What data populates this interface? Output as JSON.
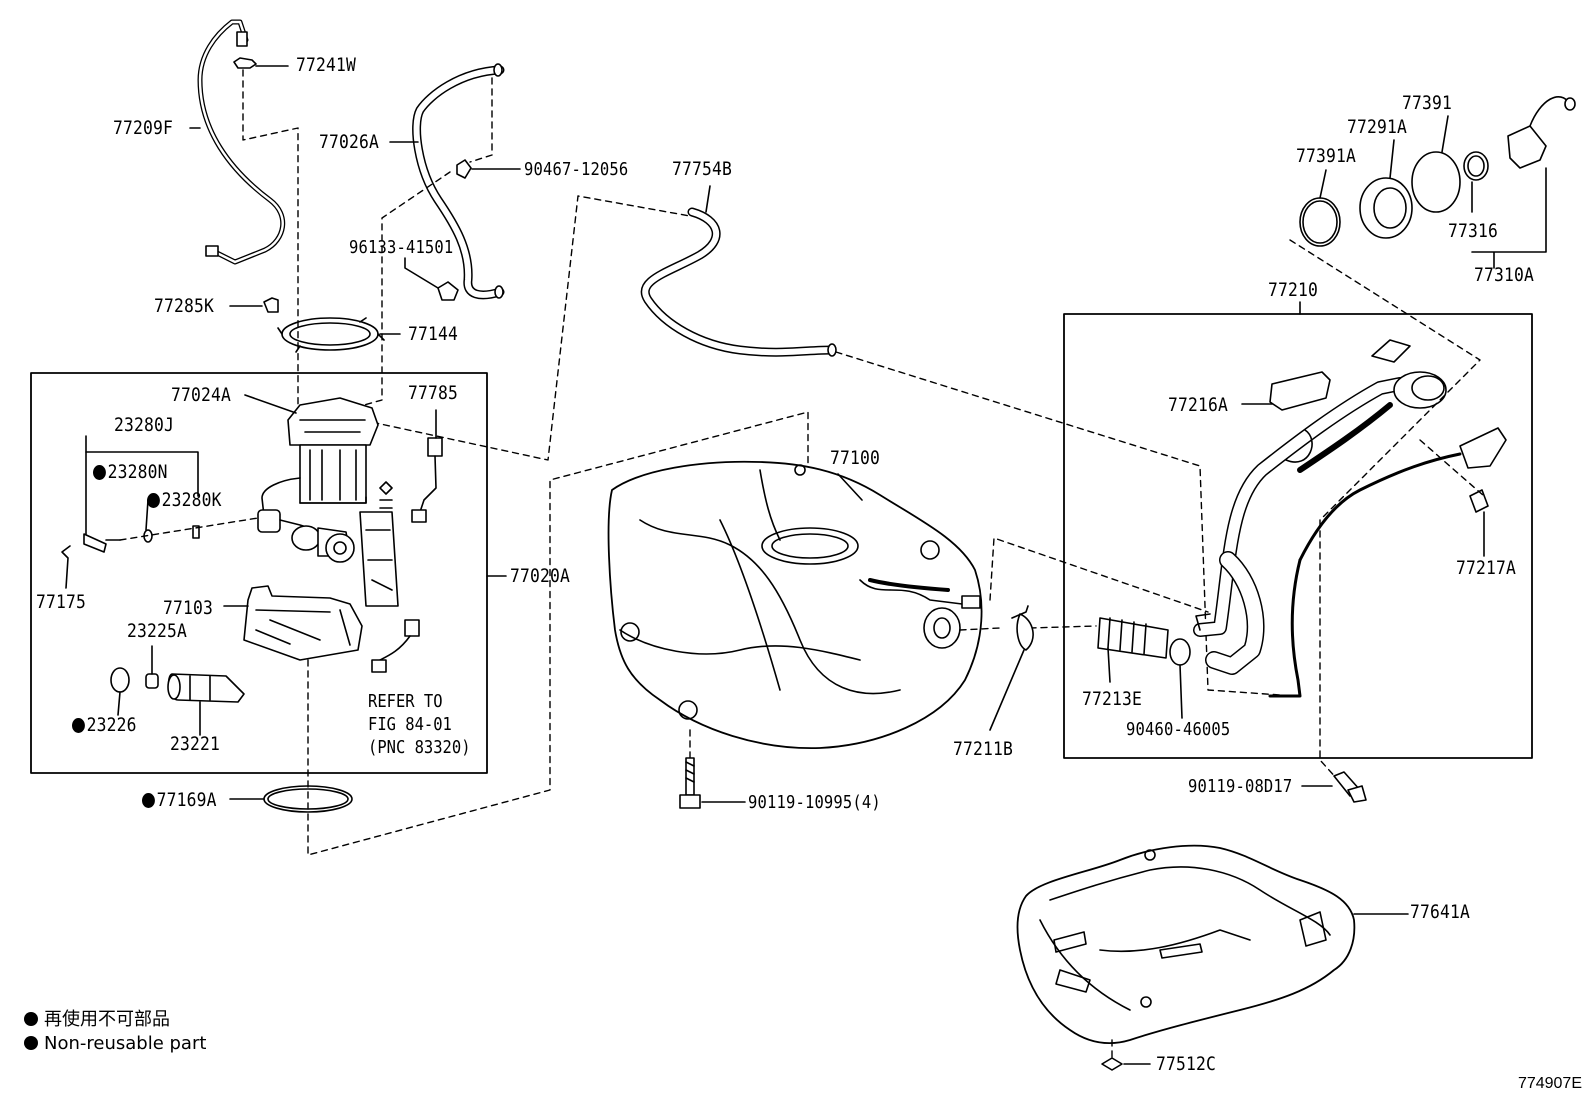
{
  "parts": {
    "p77241W": "77241W",
    "p77209F": "77209F",
    "p77026A": "77026A",
    "p90467": "90467-12056",
    "p96133": "96133-41501",
    "p77285K": "77285K",
    "p77144": "77144",
    "p77024A": "77024A",
    "p77785": "77785",
    "p23280J": "23280J",
    "p23280N": "23280N",
    "p23280K": "23280K",
    "p77175": "77175",
    "p77103": "77103",
    "p23225A": "23225A",
    "p23226": "23226",
    "p23221": "23221",
    "p77020A": "77020A",
    "p77169A": "77169A",
    "p77754B": "77754B",
    "p77100": "77100",
    "p90119a": "90119-10995(4)",
    "p77211B": "77211B",
    "p77213E": "77213E",
    "p90460": "90460-46005",
    "p77210": "77210",
    "p77216A": "77216A",
    "p77217A": "77217A",
    "p77391A": "77391A",
    "p77291A": "77291A",
    "p77391": "77391",
    "p77316": "77316",
    "p77310A": "77310A",
    "p90119b": "90119-08D17",
    "p77641A": "77641A",
    "p77512C": "77512C"
  },
  "refer_note": "REFER TO\nFIG 84-01\n(PNC 83320)",
  "legend": {
    "chinese": "再使用不可部品",
    "english": "Non-reusable part"
  },
  "diagram_id": "774907E"
}
